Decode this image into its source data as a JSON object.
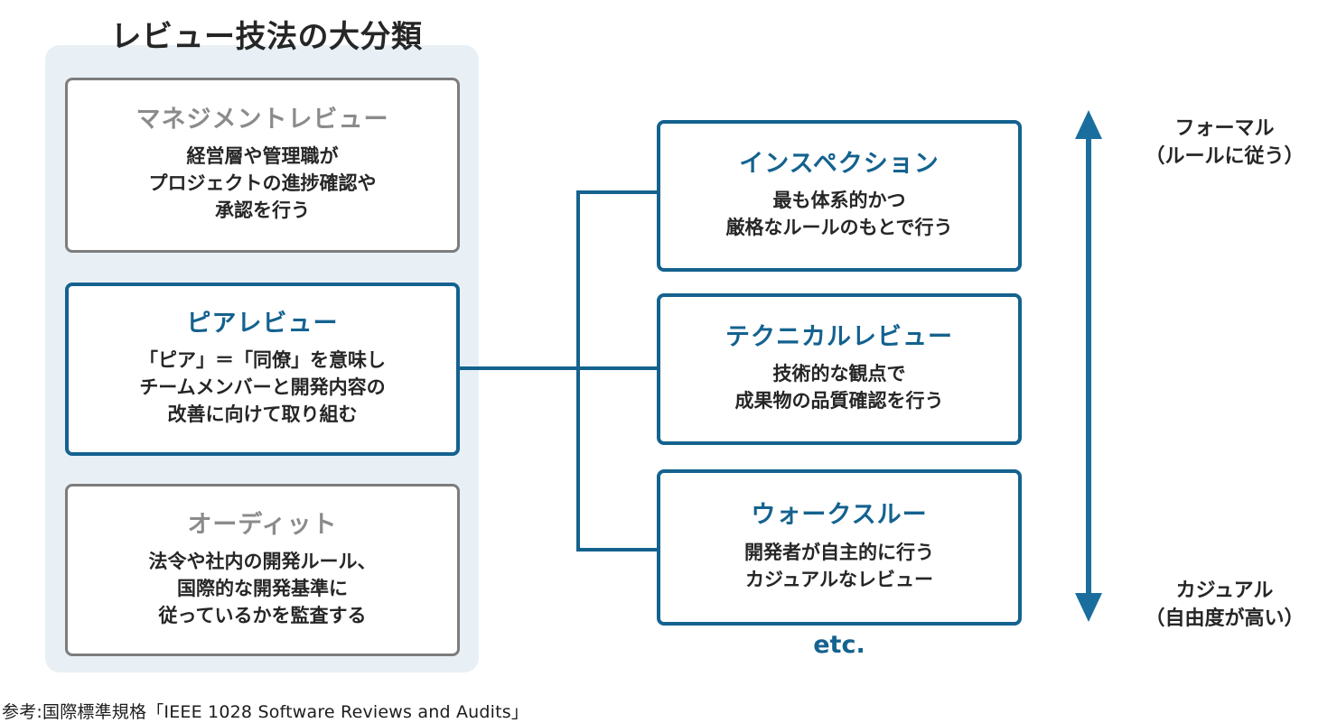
{
  "diagram": {
    "title": "レビュー技法の大分類",
    "etc_label": "etc.",
    "footnote": "参考:国際標準規格「IEEE 1028 Software Reviews and Audits」",
    "colors": {
      "accent": "#14628f",
      "muted": "#8b8b8b",
      "panel_background": "#e9f0f5",
      "text": "#262626",
      "arrow": "#1a6e9e"
    }
  },
  "categories": [
    {
      "id": "management-review",
      "title": "マネジメントレビュー",
      "description": "経営層や管理職が\nプロジェクトの進捗確認や\n承認を行う",
      "highlighted": false
    },
    {
      "id": "peer-review",
      "title": "ピアレビュー",
      "description": "「ピア」＝「同僚」を意味し\nチームメンバーと開発内容の\n改善に向けて取り組む",
      "highlighted": true
    },
    {
      "id": "audit",
      "title": "オーディット",
      "description": "法令や社内の開発ルール、\n国際的な開発基準に\n従っているかを監査する",
      "highlighted": false
    }
  ],
  "peer_review_types": [
    {
      "id": "inspection",
      "title": "インスペクション",
      "description": "最も体系的かつ\n厳格なルールのもとで行う"
    },
    {
      "id": "technical-review",
      "title": "テクニカルレビュー",
      "description": "技術的な観点で\n成果物の品質確認を行う"
    },
    {
      "id": "walkthrough",
      "title": "ウォークスルー",
      "description": "開発者が自主的に行う\nカジュアルなレビュー"
    }
  ],
  "formality_axis": {
    "top_label": "フォーマル\n（ルールに従う）",
    "bottom_label": "カジュアル\n（自由度が高い）"
  }
}
